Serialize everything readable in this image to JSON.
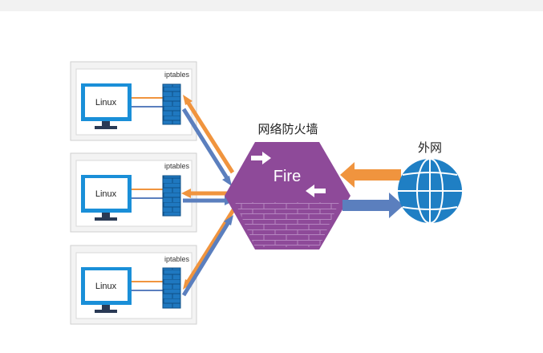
{
  "firewall": {
    "title": "网络防火墙",
    "logo_text": "Fire",
    "color": "#8e4a99"
  },
  "internet": {
    "label": "外网",
    "color": "#1f7fc4"
  },
  "hosts": [
    {
      "os_label": "Linux",
      "firewall_label": "iptables"
    },
    {
      "os_label": "Linux",
      "firewall_label": "iptables"
    },
    {
      "os_label": "Linux",
      "firewall_label": "iptables"
    }
  ],
  "colors": {
    "arrow_orange": "#f0943e",
    "arrow_blue": "#5b7fbe",
    "monitor_blue": "#1a8fd8",
    "brick_blue": "#1f78c0"
  }
}
